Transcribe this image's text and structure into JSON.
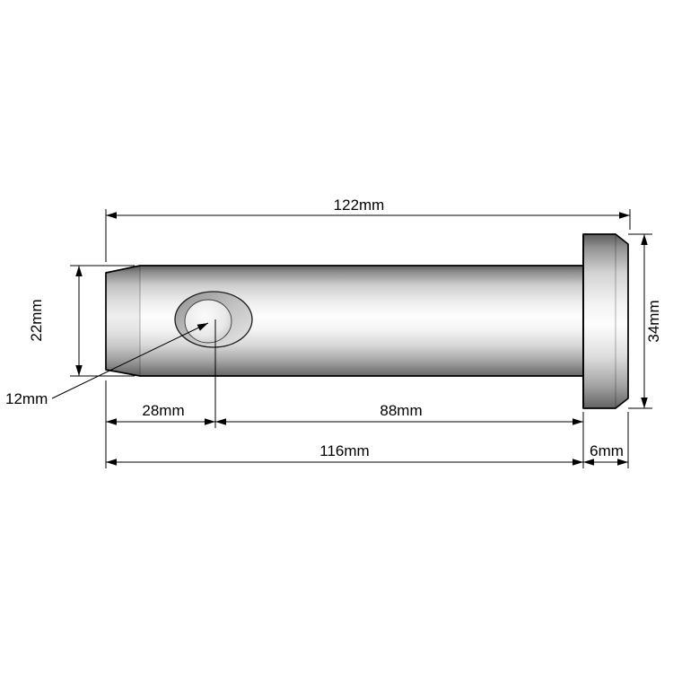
{
  "drawing": {
    "labels": {
      "overall_length": "122mm",
      "shaft_diameter": "22mm",
      "head_diameter": "34mm",
      "hole_diameter": "12mm",
      "hole_center_from_tip": "28mm",
      "hole_center_to_head_face": "88mm",
      "shaft_length": "116mm",
      "head_thickness": "6mm"
    },
    "colors": {
      "background": "#ffffff",
      "outline": "#000000",
      "dimension_lines": "#000000",
      "metal_light": "#fdfdfd",
      "metal_dark": "#606060"
    }
  }
}
